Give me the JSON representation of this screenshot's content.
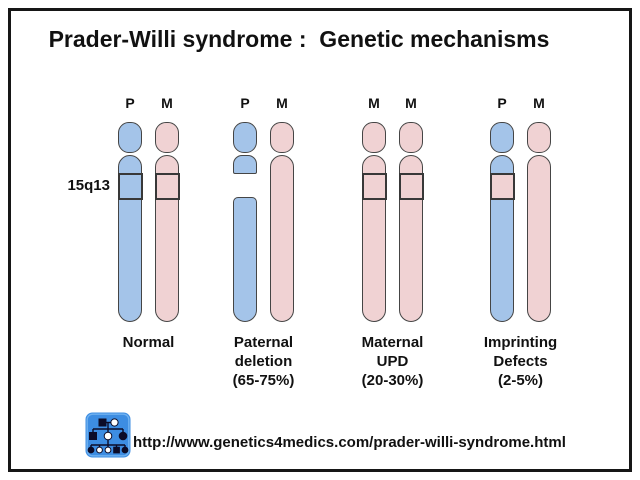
{
  "title": "Prader-Willi syndrome :  Genetic mechanisms",
  "band_label": "15q13",
  "colors": {
    "paternal_blue": "#a4c4e9",
    "maternal_pink": "#f0d2d3",
    "chromosome_outline": "#454545",
    "band_outline": "#383838",
    "logo_blue": "#3d8de2"
  },
  "groups": [
    {
      "id": "normal",
      "caption_lines": [
        "Normal"
      ],
      "chromosomes": [
        {
          "parent": "P",
          "color": "blue",
          "type": "banded"
        },
        {
          "parent": "M",
          "color": "pink",
          "type": "banded"
        }
      ]
    },
    {
      "id": "paternal-deletion",
      "caption_lines": [
        "Paternal",
        "deletion",
        "(65-75%)"
      ],
      "chromosomes": [
        {
          "parent": "P",
          "color": "blue",
          "type": "deleted"
        },
        {
          "parent": "M",
          "color": "pink",
          "type": "plain"
        }
      ]
    },
    {
      "id": "maternal-upd",
      "caption_lines": [
        "Maternal",
        "UPD",
        "(20-30%)"
      ],
      "chromosomes": [
        {
          "parent": "M",
          "color": "pink",
          "type": "banded"
        },
        {
          "parent": "M",
          "color": "pink",
          "type": "banded"
        }
      ]
    },
    {
      "id": "imprinting-defects",
      "caption_lines": [
        "Imprinting",
        "Defects",
        "(2-5%)"
      ],
      "chromosomes": [
        {
          "parent": "P",
          "color": "blue",
          "type": "imprinted"
        },
        {
          "parent": "M",
          "color": "pink",
          "type": "plain"
        }
      ]
    }
  ],
  "footer": {
    "logo_icon": "pedigree-chart-icon",
    "url": "http://www.genetics4medics.com/prader-willi-syndrome.html"
  }
}
